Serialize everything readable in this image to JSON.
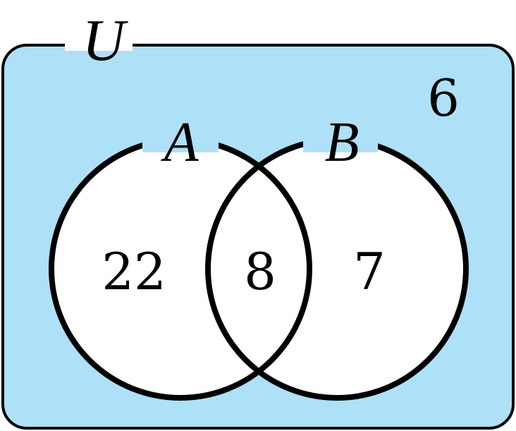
{
  "diagram": {
    "universe_label": "U",
    "set_a_label": "A",
    "set_b_label": "B",
    "only_a_count": "22",
    "a_and_b_count": "8",
    "only_b_count": "7",
    "outside_count": "6"
  },
  "colors": {
    "universe_fill": "#aee0f8",
    "set_fill": "#ffffff",
    "stroke": "#000000"
  }
}
